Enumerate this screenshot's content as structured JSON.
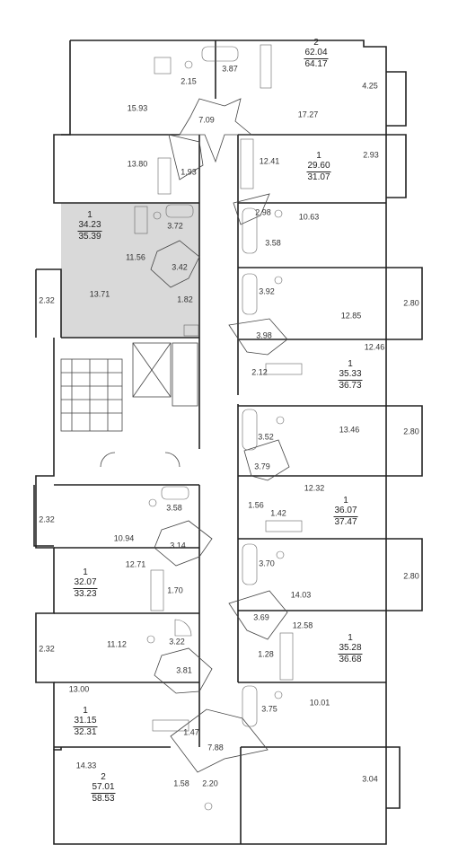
{
  "highlight_color": "#d9d9d9",
  "wall_color": "#222222",
  "apartments": [
    {
      "id": "a1",
      "rooms": "2",
      "living": "62.04",
      "total": "64.17"
    },
    {
      "id": "a2",
      "rooms": "1",
      "living": "29.60",
      "total": "31.07"
    },
    {
      "id": "a3",
      "rooms": "1",
      "living": "34.23",
      "total": "35.39"
    },
    {
      "id": "a4",
      "rooms": "1",
      "living": "35.33",
      "total": "36.73"
    },
    {
      "id": "a5",
      "rooms": "1",
      "living": "36.07",
      "total": "37.47"
    },
    {
      "id": "a6",
      "rooms": "1",
      "living": "32.07",
      "total": "33.23"
    },
    {
      "id": "a7",
      "rooms": "1",
      "living": "35.28",
      "total": "36.68"
    },
    {
      "id": "a8",
      "rooms": "1",
      "living": "31.15",
      "total": "32.31"
    },
    {
      "id": "a9",
      "rooms": "2",
      "living": "57.01",
      "total": "58.53"
    }
  ],
  "room_areas": [
    "3.87",
    "2.15",
    "4.25",
    "15.93",
    "7.09",
    "17.27",
    "13.80",
    "1.93",
    "12.41",
    "2.93",
    "2.98",
    "10.63",
    "3.72",
    "3.58",
    "11.56",
    "3.42",
    "2.32",
    "13.71",
    "1.82",
    "3.92",
    "2.80",
    "12.85",
    "3.98",
    "12.46",
    "2.12",
    "13.46",
    "2.80",
    "3.52",
    "3.79",
    "12.32",
    "1.56",
    "1.42",
    "3.58",
    "2.32",
    "10.94",
    "3.14",
    "12.71",
    "3.70",
    "2.80",
    "1.70",
    "14.03",
    "3.69",
    "12.58",
    "11.12",
    "3.22",
    "2.32",
    "1.28",
    "3.81",
    "13.00",
    "10.01",
    "3.75",
    "1.47",
    "7.88",
    "14.33",
    "3.04",
    "1.58",
    "2.20"
  ]
}
